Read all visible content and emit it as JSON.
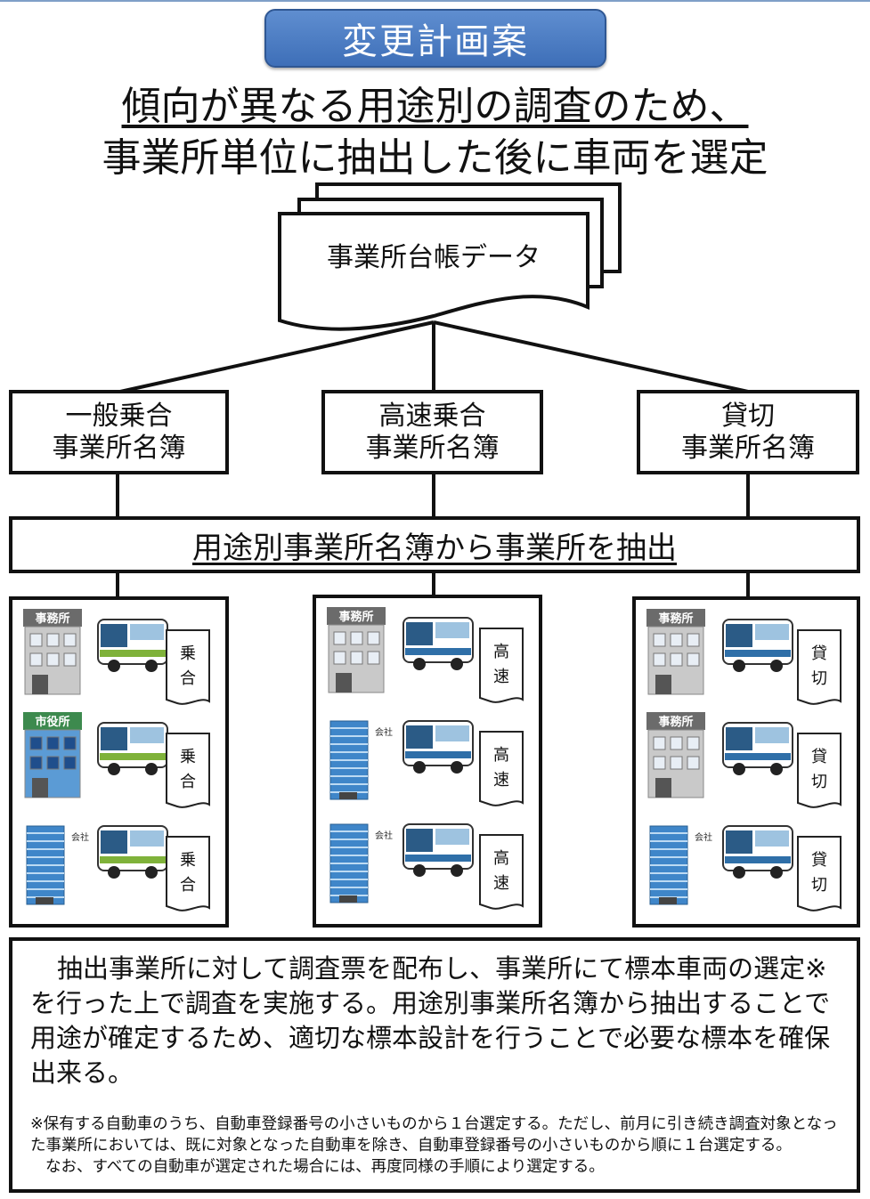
{
  "badge": {
    "title": "変更計画案"
  },
  "headline": {
    "line1": "傾向が異なる用途別の調査のため、",
    "line2": "事業所単位に抽出した後に車両を選定"
  },
  "source": {
    "label": "事業所台帳データ"
  },
  "categories": [
    {
      "line1": "一般乗合",
      "line2": "事業所名簿"
    },
    {
      "line1": "高速乗合",
      "line2": "事業所名簿"
    },
    {
      "line1": "貸切",
      "line2": "事業所名簿"
    }
  ],
  "extract": {
    "label": "用途別事業所名簿から事業所を抽出"
  },
  "panels": [
    {
      "rows": [
        {
          "building": "事務所",
          "tag": [
            "乗",
            "合"
          ]
        },
        {
          "building": "市役所",
          "tag": [
            "乗",
            "合"
          ]
        },
        {
          "building": "会社",
          "tag": [
            "乗",
            "合"
          ]
        }
      ]
    },
    {
      "rows": [
        {
          "building": "事務所",
          "tag": [
            "高",
            "速"
          ]
        },
        {
          "building": "会社",
          "tag": [
            "高",
            "速"
          ]
        },
        {
          "building": "会社",
          "tag": [
            "高",
            "速"
          ]
        }
      ]
    },
    {
      "rows": [
        {
          "building": "事務所",
          "tag": [
            "貸",
            "切"
          ]
        },
        {
          "building": "事務所",
          "tag": [
            "貸",
            "切"
          ]
        },
        {
          "building": "会社",
          "tag": [
            "貸",
            "切"
          ]
        }
      ]
    }
  ],
  "summary": {
    "main": "抽出事業所に対して調査票を配布し、事業所にて標本車両の選定※を行った上で調査を実施する。用途別事業所名簿から抽出することで用途が確定するため、適切な標本設計を行うことで必要な標本を確保出来る。",
    "note": "※保有する自動車のうち、自動車登録番号の小さいものから１台選定する。ただし、前月に引き続き調査対象となった事業所においては、既に対象となった自動車を除き、自動車登録番号の小さいものから順に１台選定する。",
    "note2": "なお、すべての自動車が選定された場合には、再度同様の手順により選定する。"
  },
  "colors": {
    "badge_fill": "#4a7bc4",
    "general_bus": "#7fb23a",
    "highway_bus": "#2f6fa8",
    "charter_bus": "#2f6fa8"
  }
}
